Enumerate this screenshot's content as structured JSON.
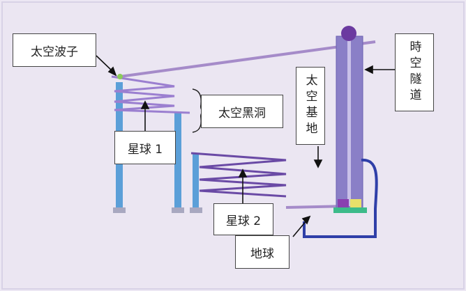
{
  "labels": {
    "space_wave": "太空波子",
    "space_black_hole": "太空黑洞",
    "star1": "星球 1",
    "star2": "星球 2",
    "earth": "地球",
    "space_base": "太空基地",
    "time_tunnel": "時空隧道"
  },
  "colors": {
    "background": "#ece7f3",
    "pillar_blue": "#5b9fd8",
    "coil_purple": "#6a4aa5",
    "beam_purple": "#a58bc9",
    "tower_violet": "#8a7fc7",
    "cable_blue": "#2f3fa8",
    "ball_purple": "#6b3aa0",
    "base_green": "#3dbb8a"
  }
}
